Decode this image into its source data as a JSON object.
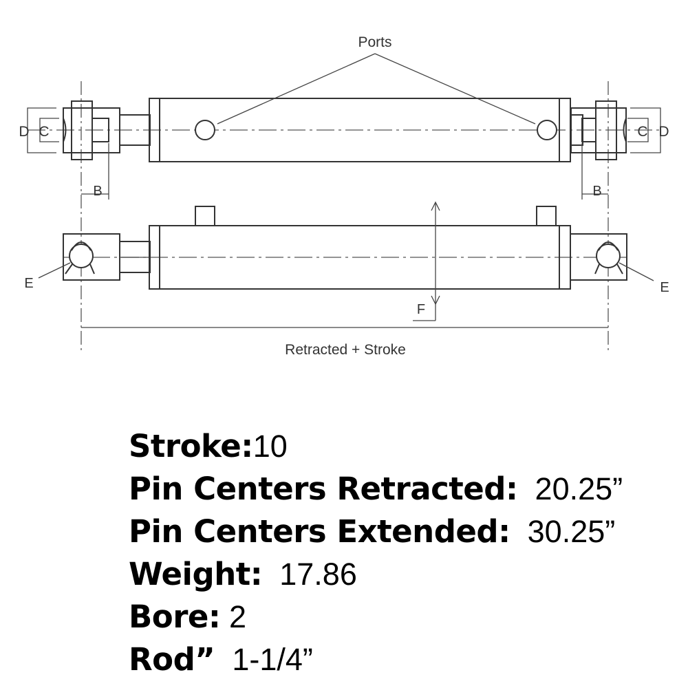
{
  "diagram": {
    "ports_label": "Ports",
    "dim_b": "B",
    "dim_c": "C",
    "dim_d": "D",
    "dim_e": "E",
    "dim_f": "F",
    "overall_length_label": "Retracted + Stroke"
  },
  "specs": [
    {
      "label": "Stroke:",
      "value": "10"
    },
    {
      "label": "Pin Centers Retracted:",
      "value": "  20.25”"
    },
    {
      "label": "Pin Centers Extended:",
      "value": "  30.25”"
    },
    {
      "label": "Weight:",
      "value": "  17.86"
    },
    {
      "label": "Bore:",
      "value": " 2"
    },
    {
      "label": "Rod”",
      "value": "  1-1/4”"
    }
  ]
}
